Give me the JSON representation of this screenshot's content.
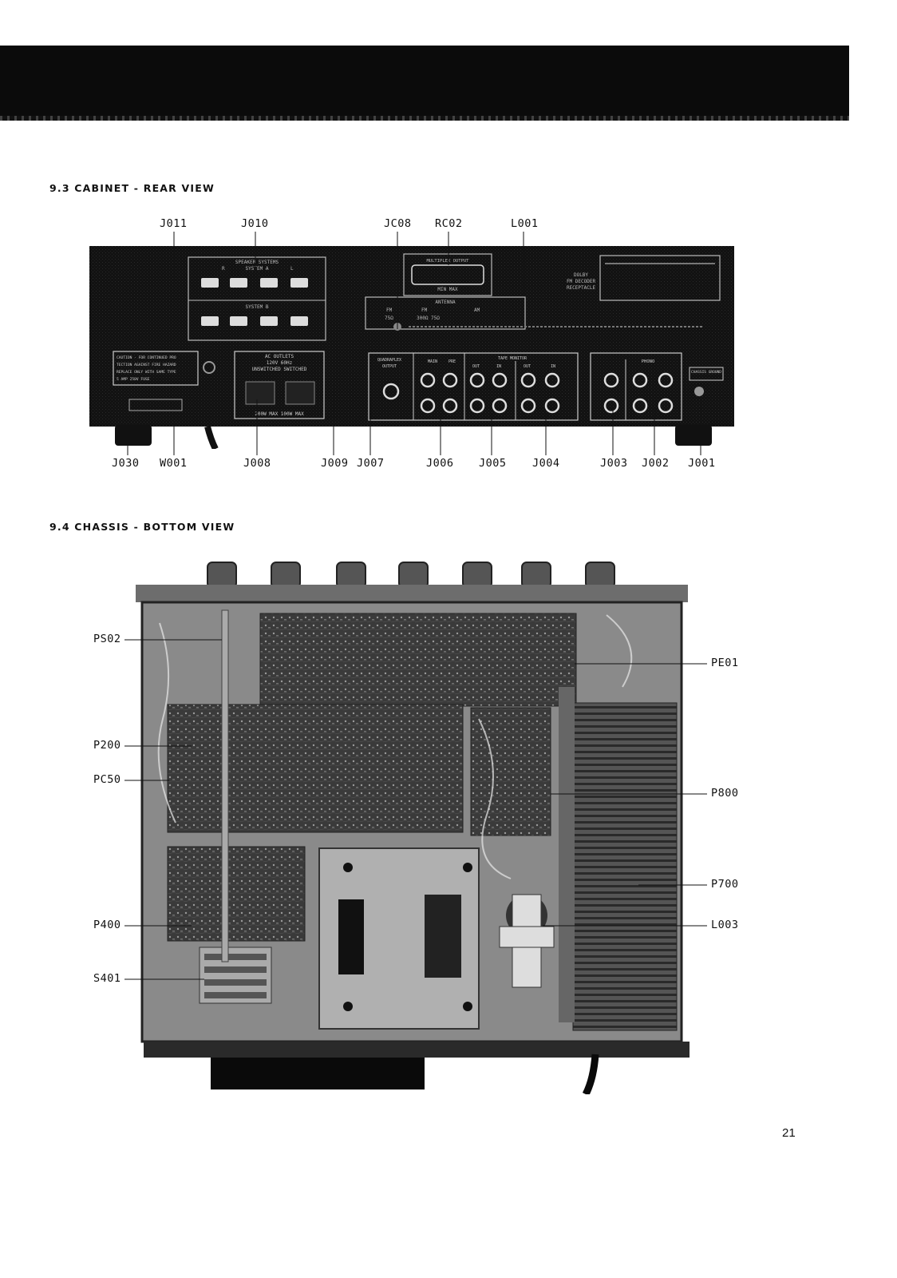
{
  "sections": {
    "rear_title": "9.3  CABINET - REAR VIEW",
    "bottom_title": "9.4  CHASSIS - BOTTOM VIEW"
  },
  "rear_labels_top": [
    "J011",
    "J010",
    "JC08",
    "RC02",
    "L001"
  ],
  "rear_labels_bottom": [
    "J030",
    "W001",
    "J008",
    "J009",
    "J007",
    "J006",
    "J005",
    "J004",
    "J003",
    "J002",
    "J001"
  ],
  "bottom_labels_left": [
    "PS02",
    "P200",
    "PC50",
    "P400",
    "S401"
  ],
  "bottom_labels_right": [
    "PE01",
    "P800",
    "P700",
    "L003"
  ],
  "panel_text": {
    "speaker_systems": "SPEAKER SYSTEMS",
    "system_a": "SYSTEM A",
    "system_b": "SYSTEM B",
    "channel_r": "R",
    "channel_l": "L",
    "mpx": "MULTIPLEX OUTPUT",
    "min_max": "MIN    MAX",
    "antenna": "ANTENNA",
    "fm_300": "FM",
    "fm_75": "FM",
    "am": "AM",
    "ohm_300": "75Ω",
    "ohm_75": "300Ω  75Ω",
    "dolby": "DOLBY",
    "fm_decoder": "FM DECODER",
    "receptacle": "RECEPTACLE",
    "caution_1": "CAUTION - FOR CONTINUED PRO",
    "caution_2": "TECTION AGAINST FIRE HAZARD",
    "caution_3": "REPLACE ONLY WITH SAME TYPE",
    "caution_4": "5 AMP 250V FUSE",
    "ac_outlets": "AC OUTLETS",
    "ac_rating": "120V  60Hz",
    "unswitched_switched": "UNSWITCHED  SWITCHED",
    "max_ratings": "200W MAX  100W MAX",
    "quadraplex": "QUADRAPLEX",
    "output": "OUTPUT",
    "main_in": "MAIN",
    "pre_out": "PRE",
    "in": "IN",
    "out": "OUT",
    "tape_monitor": "TAPE MONITOR",
    "phono": "PHONO",
    "chassis_ground": "CHASSIS GROUND"
  },
  "page_number": "21"
}
